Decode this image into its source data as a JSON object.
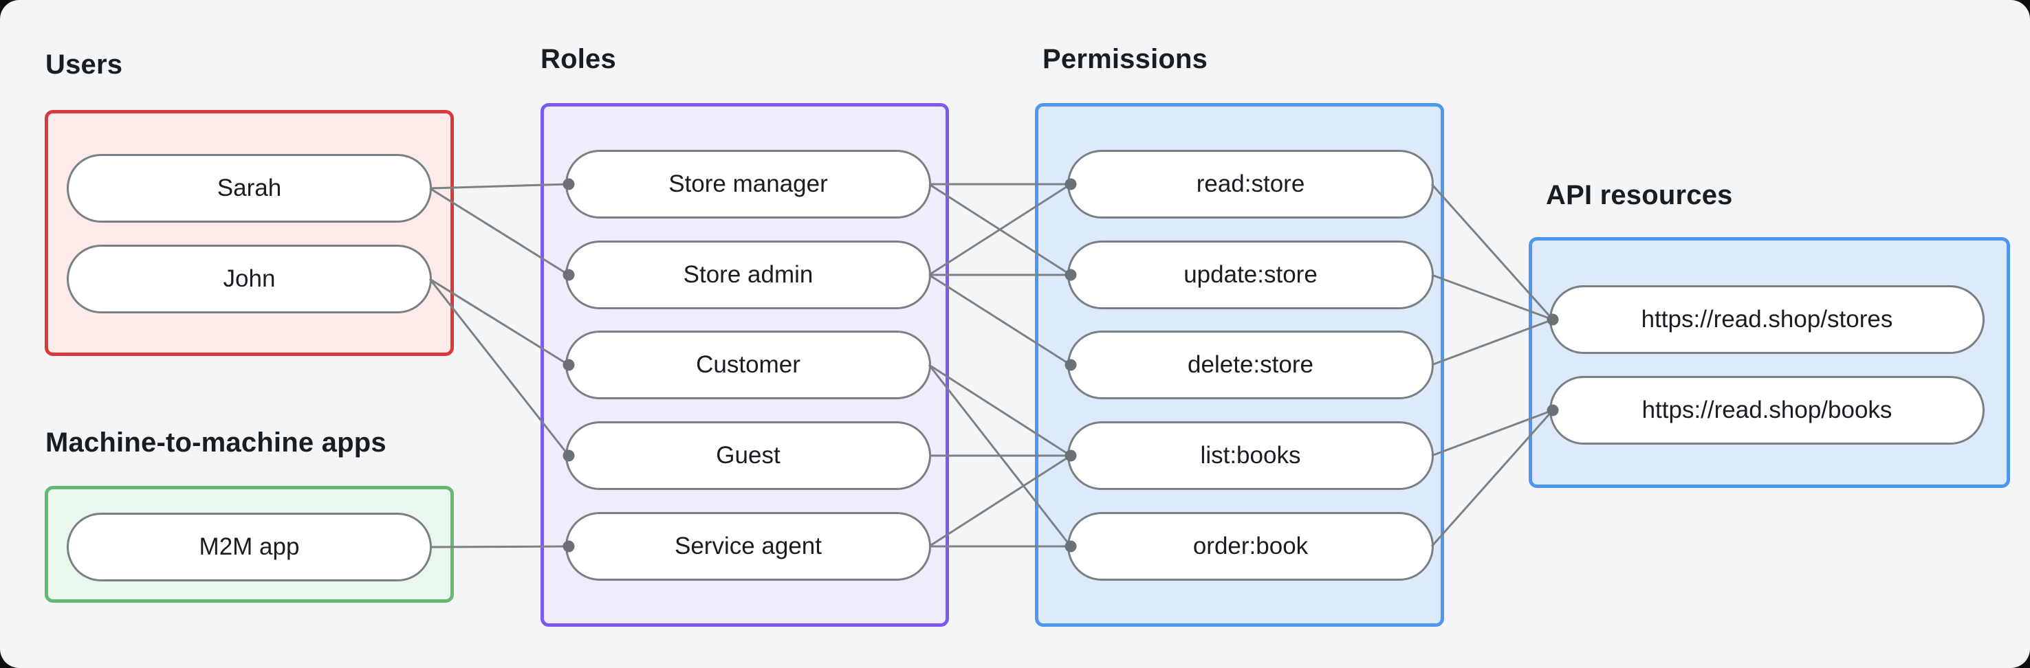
{
  "page": {
    "background": "#f3f5f6",
    "frame_background": "#0e100f"
  },
  "colors": {
    "edge": "#7c8185",
    "dot": "#6b7176",
    "node_border": "#7a7f84",
    "node_fill": "#ffffff",
    "text": "#191d21"
  },
  "groups": {
    "users": {
      "label": "Users",
      "border_color": "#d93a3c",
      "fill_color": "#fcebe9",
      "nodes": [
        {
          "id": "sarah",
          "label": "Sarah"
        },
        {
          "id": "john",
          "label": "John"
        }
      ]
    },
    "m2m": {
      "label": "Machine-to-machine apps",
      "border_color": "#63b873",
      "fill_color": "#eaf7ec",
      "nodes": [
        {
          "id": "m2m_app",
          "label": "M2M app"
        }
      ]
    },
    "roles": {
      "label": "Roles",
      "border_color": "#7c5af0",
      "fill_color": "#f1ecfc",
      "nodes": [
        {
          "id": "store_manager",
          "label": "Store manager"
        },
        {
          "id": "store_admin",
          "label": "Store admin"
        },
        {
          "id": "customer",
          "label": "Customer"
        },
        {
          "id": "guest",
          "label": "Guest"
        },
        {
          "id": "service_agent",
          "label": "Service agent"
        }
      ]
    },
    "permissions": {
      "label": "Permissions",
      "border_color": "#4f96ee",
      "fill_color": "#dceafc",
      "nodes": [
        {
          "id": "read_store",
          "label": "read:store"
        },
        {
          "id": "update_store",
          "label": "update:store"
        },
        {
          "id": "delete_store",
          "label": "delete:store"
        },
        {
          "id": "list_books",
          "label": "list:books"
        },
        {
          "id": "order_book",
          "label": "order:book"
        }
      ]
    },
    "api": {
      "label": "API resources",
      "border_color": "#4f96ee",
      "fill_color": "#dceafc",
      "nodes": [
        {
          "id": "stores",
          "label": "https://read.shop/stores"
        },
        {
          "id": "books",
          "label": "https://read.shop/books"
        }
      ]
    }
  },
  "edges": [
    [
      "sarah",
      "store_manager"
    ],
    [
      "sarah",
      "store_admin"
    ],
    [
      "john",
      "customer"
    ],
    [
      "john",
      "guest"
    ],
    [
      "m2m_app",
      "service_agent"
    ],
    [
      "store_manager",
      "read_store"
    ],
    [
      "store_manager",
      "update_store"
    ],
    [
      "store_admin",
      "read_store"
    ],
    [
      "store_admin",
      "update_store"
    ],
    [
      "store_admin",
      "delete_store"
    ],
    [
      "customer",
      "list_books"
    ],
    [
      "customer",
      "order_book"
    ],
    [
      "guest",
      "list_books"
    ],
    [
      "service_agent",
      "list_books"
    ],
    [
      "service_agent",
      "order_book"
    ],
    [
      "read_store",
      "stores"
    ],
    [
      "update_store",
      "stores"
    ],
    [
      "delete_store",
      "stores"
    ],
    [
      "list_books",
      "books"
    ],
    [
      "order_book",
      "books"
    ]
  ]
}
